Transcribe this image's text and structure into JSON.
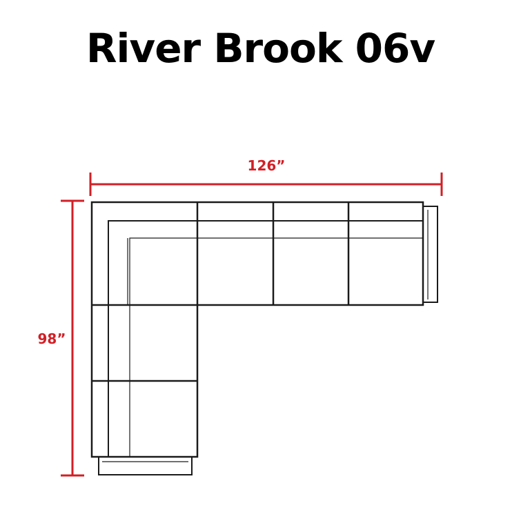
{
  "title": "River Brook 06v",
  "dimensions": {
    "width_label": "126”",
    "depth_label": "98”"
  },
  "colors": {
    "dimension": "#d21f26",
    "outline": "#1a1a1a",
    "title": "#000000"
  }
}
